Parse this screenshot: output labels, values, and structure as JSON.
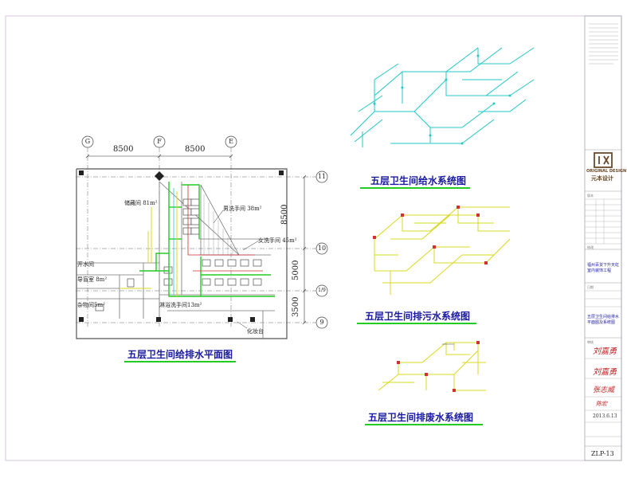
{
  "sheet": {
    "drawing_number": "ZLP-13",
    "date": "2013.6.13"
  },
  "titles": {
    "plan": "五层卫生间给排水平面图",
    "supply": "五层卫生间给水系统图",
    "sewage": "五层卫生间排污水系统图",
    "waste": "五层卫生间排废水系统图"
  },
  "axes": {
    "columns": [
      "G",
      "F",
      "E"
    ],
    "rows": [
      "11",
      "10",
      "1/9",
      "9"
    ]
  },
  "dimensions": {
    "top": [
      "8500",
      "8500"
    ],
    "right": [
      "8500",
      "5000",
      "3500"
    ]
  },
  "rooms": {
    "storage": "储藏间 81m²",
    "mens": "男洗手间 38m²",
    "womens": "女洗手间 45m²",
    "boiler": "开水间",
    "guide": "导盲室 8m²",
    "sundry": "杂物间5m²",
    "vanity": "淋浴洗手间13m²",
    "makeup": "化妆台"
  },
  "logo": {
    "en": "ORIGINAL DESIGN",
    "cn": "元本设计"
  },
  "title_block": {
    "project": "福州百货下升天虹室内装饰工程",
    "sheet_name": "五层卫生间给排水平面图及系统图",
    "signatures": [
      "刘嘉勇",
      "刘嘉勇",
      "张志威",
      "陈宏"
    ],
    "small_rows": [
      "版本",
      "修改",
      "日期",
      "审核"
    ]
  },
  "colors": {
    "green": "#22cc22",
    "cyan": "#22c8c8",
    "yellow": "#d8d820",
    "red": "#d03030",
    "blue": "#1a1aa0"
  }
}
